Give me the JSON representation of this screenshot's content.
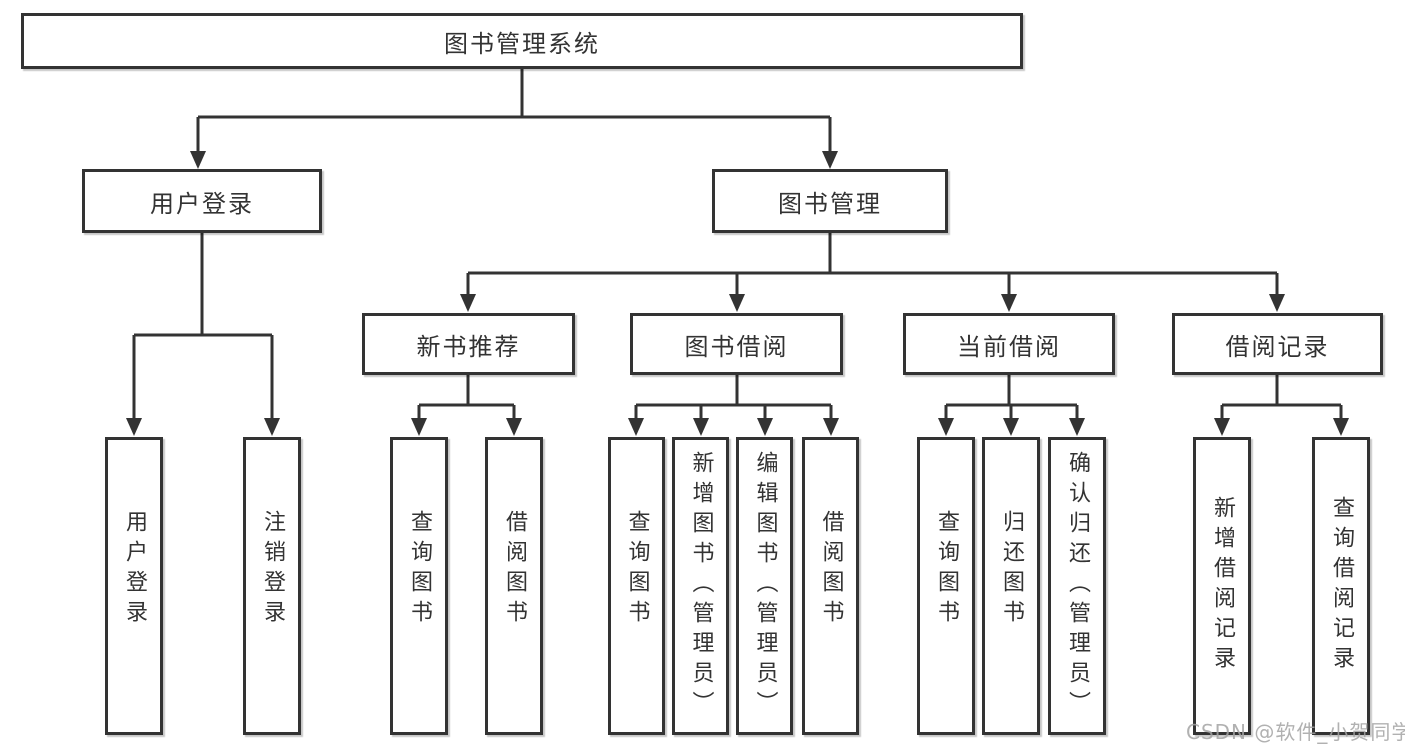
{
  "watermark": "CSDN @软件_小贺同学",
  "colors": {
    "line": "#333333",
    "box_border": "#333333",
    "box_fill": "#ffffff",
    "text": "#333333",
    "watermark_text": "#a3a3a3"
  },
  "tree": {
    "root": "图书管理系统",
    "branches": [
      {
        "label": "用户登录",
        "leaves": [
          "用户登录",
          "注销登录"
        ]
      },
      {
        "label": "图书管理",
        "children": [
          {
            "label": "新书推荐",
            "leaves": [
              "查询图书",
              "借阅图书"
            ]
          },
          {
            "label": "图书借阅",
            "leaves": [
              "查询图书",
              "新增图书（管理员）",
              "编辑图书（管理员）",
              "借阅图书"
            ]
          },
          {
            "label": "当前借阅",
            "leaves": [
              "查询图书",
              "归还图书",
              "确认归还（管理员）"
            ]
          },
          {
            "label": "借阅记录",
            "leaves": [
              "新增借阅记录",
              "查询借阅记录"
            ]
          }
        ]
      }
    ]
  }
}
